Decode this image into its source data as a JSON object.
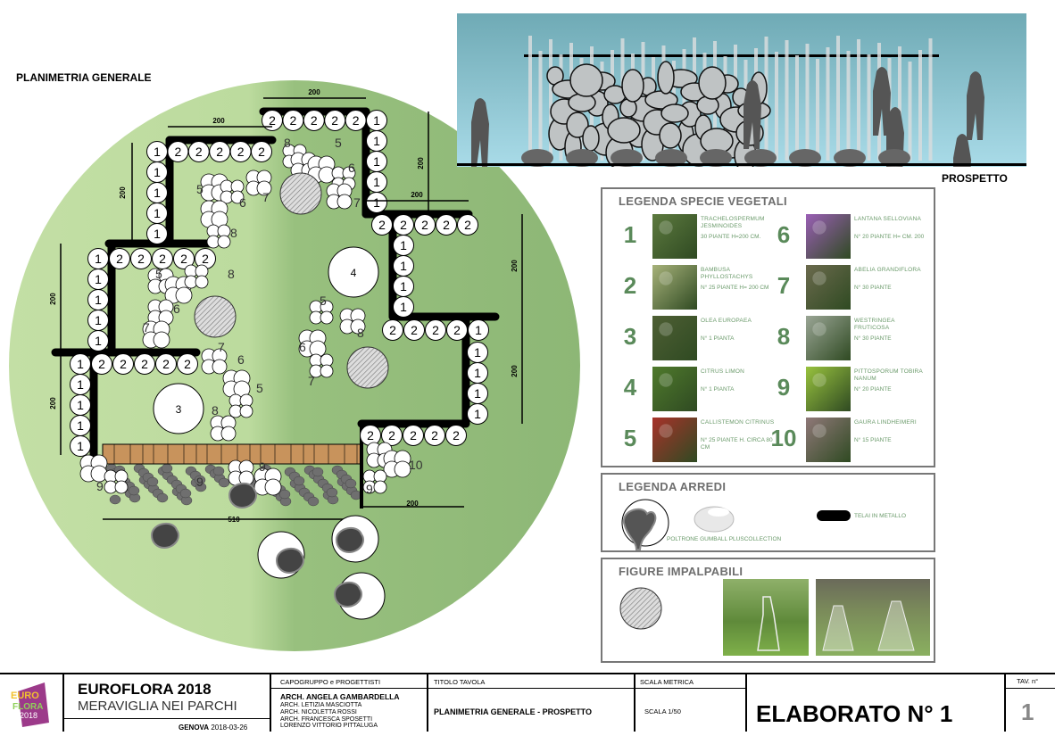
{
  "plan": {
    "title": "PLANIMETRIA GENERALE",
    "hedge_rows": [
      "122222",
      "1111",
      "122222",
      "1111",
      "122222",
      "1111",
      "222221",
      "1111",
      "22222",
      "1111",
      "22221",
      "1111",
      "22222"
    ],
    "tree_labels": [
      "3",
      "4"
    ],
    "cluster_labels": [
      "8",
      "5",
      "6",
      "7",
      "5",
      "6",
      "7",
      "8",
      "5",
      "8",
      "6",
      "7",
      "5",
      "8",
      "6",
      "7",
      "7",
      "6",
      "5",
      "8",
      "9",
      "9",
      "9",
      "9",
      "10"
    ],
    "dimensions": [
      "200",
      "200",
      "200",
      "200",
      "200",
      "200",
      "200",
      "200",
      "200",
      "510",
      "200"
    ],
    "colors": {
      "lawn_light": "#c3dfa5",
      "lawn_dark": "#8db776",
      "wall": "#000000",
      "bench": "#c8935c",
      "pebbles": "#6f6f6f"
    }
  },
  "elevation": {
    "label": "PROSPETTO",
    "sky_top": "#6faab5",
    "sky_bottom": "#a9dbe8"
  },
  "legend_species": {
    "title": "LEGENDA SPECIE VEGETALI",
    "items": [
      {
        "num": "1",
        "name": "TRACHELOSPERMUM JESMINOIDES",
        "note": "30 PIANTE H=200 CM.",
        "color": "#5d7a3f"
      },
      {
        "num": "2",
        "name": "BAMBUSA PHYLLOSTACHYS",
        "note": "N° 25 PIANTE H= 200 CM",
        "color": "#a7b27a"
      },
      {
        "num": "3",
        "name": "OLEA EUROPAEA",
        "note": "N° 1 PIANTA",
        "color": "#4e5f34"
      },
      {
        "num": "4",
        "name": "CITRUS LIMON",
        "note": "N° 1 PIANTA",
        "color": "#4f7a2c"
      },
      {
        "num": "5",
        "name": "CALLISTEMON CITRINUS",
        "note": "N° 25 PIANTE H. CIRCA 80 CM",
        "color": "#a8322a"
      },
      {
        "num": "6",
        "name": "LANTANA SELLOVIANA",
        "note": "N° 20 PIANTE H= CM. 200",
        "color": "#9a5fb5"
      },
      {
        "num": "7",
        "name": "ABELIA GRANDIFLORA",
        "note": "N° 30 PIANTE",
        "color": "#6b6a4d"
      },
      {
        "num": "8",
        "name": "WESTRINGEA FRUTICOSA",
        "note": "N° 30 PIANTE",
        "color": "#9aa595"
      },
      {
        "num": "9",
        "name": "PITTOSPORUM TOBIRA NANUM",
        "note": "N° 20 PIANTE",
        "color": "#98c23e"
      },
      {
        "num": "10",
        "name": "GAURA LINDHEIMERI",
        "note": "N° 15 PIANTE",
        "color": "#8f7878"
      }
    ]
  },
  "legend_furniture": {
    "title": "LEGENDA ARREDI",
    "chair_label": "POLTRONE GUMBALL PLUSCOLLECTION",
    "frame_label": "TELAI IN METALLO"
  },
  "figures": {
    "title": "FIGURE IMPALPABILI"
  },
  "title_block": {
    "event": "EUROFLORA 2018",
    "subtitle": "MERAVIGLIA NEI PARCHI",
    "city": "GENOVA",
    "date": "2018-03-26",
    "team_header": "CAPOGRUPPO e PROGETTISTI",
    "leader": "ARCH. ANGELA GAMBARDELLA",
    "members": [
      "ARCH. LETIZIA MASCIOTTA",
      "ARCH. NICOLETTA ROSSI",
      "ARCH. FRANCESCA SPOSETTI",
      "LORENZO VITTORIO PITTALUGA"
    ],
    "sheet_title_header": "TITOLO TAVOLA",
    "sheet_title": "PLANIMETRIA GENERALE - PROSPETTO",
    "scale_header": "SCALA METRICA",
    "scale": "SCALA 1/50",
    "drawing": "ELABORATO N° 1",
    "tav_header": "TAV. n°",
    "tav": "1",
    "logo_text": "EURO FLORA 2018"
  }
}
